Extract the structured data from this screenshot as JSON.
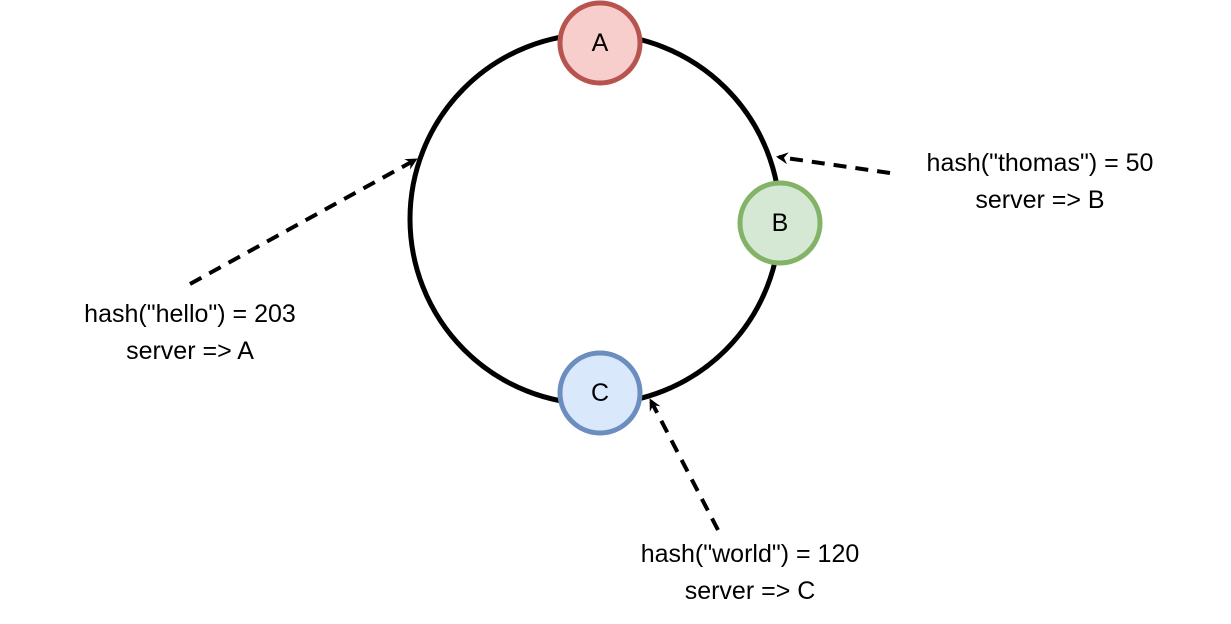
{
  "ring": {
    "servers": [
      {
        "label": "A",
        "fill": "#f8cecc",
        "stroke": "#b85450"
      },
      {
        "label": "B",
        "fill": "#d5e8d4",
        "stroke": "#82b366"
      },
      {
        "label": "C",
        "fill": "#dae8fc",
        "stroke": "#6c8ebf"
      }
    ]
  },
  "keys": [
    {
      "hash_line": "hash(\"hello\") = 203",
      "server_line": "server => A"
    },
    {
      "hash_line": "hash(\"thomas\") = 50",
      "server_line": "server => B"
    },
    {
      "hash_line": "hash(\"world\") = 120",
      "server_line": "server => C"
    }
  ]
}
